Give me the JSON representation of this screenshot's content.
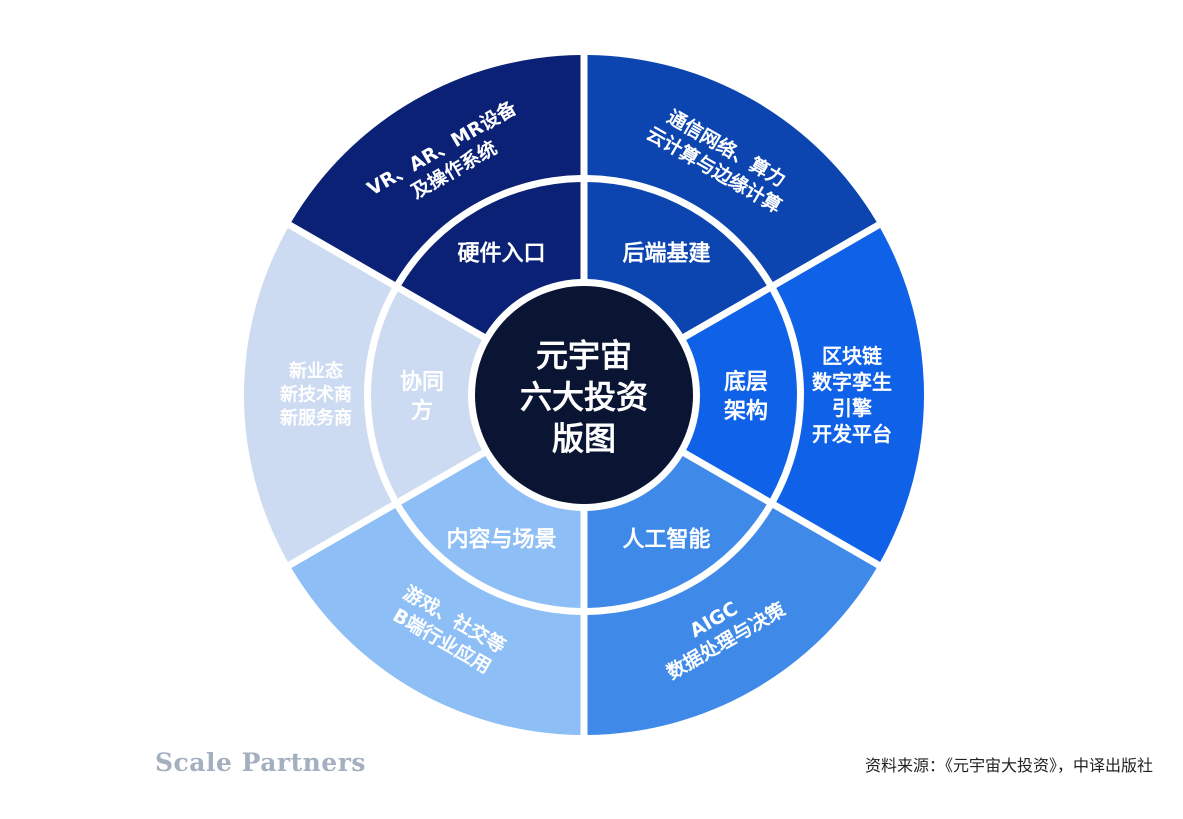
{
  "center": {
    "lines": [
      "元宇宙",
      "六大投资",
      "版图"
    ],
    "color": "#0a1433"
  },
  "segments": [
    {
      "id": "hardware",
      "inner": [
        "硬件入口"
      ],
      "outer": [
        "VR、AR、MR设备",
        "及操作系统"
      ],
      "inner_color": "#0b2175",
      "outer_color": "#0b2175",
      "text_color": "#ffffff"
    },
    {
      "id": "backend",
      "inner": [
        "后端基建"
      ],
      "outer": [
        "通信网络、算力",
        "云计算与边缘计算"
      ],
      "inner_color": "#0c45b0",
      "outer_color": "#0c45b0",
      "text_color": "#ffffff"
    },
    {
      "id": "base",
      "inner": [
        "底层",
        "架构"
      ],
      "outer": [
        "区块链",
        "数字孪生",
        "引擎",
        "开发平台"
      ],
      "inner_color": "#0f62e8",
      "outer_color": "#0f62e8",
      "text_color": "#ffffff"
    },
    {
      "id": "ai",
      "inner": [
        "人工智能"
      ],
      "outer": [
        "AIGC",
        "数据处理与决策"
      ],
      "inner_color": "#3f8ae8",
      "outer_color": "#3f8ae8",
      "text_color": "#ffffff"
    },
    {
      "id": "content",
      "inner": [
        "内容与场景"
      ],
      "outer": [
        "游戏、社交等",
        "B端行业应用"
      ],
      "inner_color": "#8dbef5",
      "outer_color": "#8dbef5",
      "text_color": "#ffffff"
    },
    {
      "id": "collab",
      "inner": [
        "协同",
        "方"
      ],
      "outer": [
        "新业态",
        "新技术商",
        "新服务商"
      ],
      "inner_color": "#ccdbf1",
      "outer_color": "#ccdbf1",
      "text_color": "#ffffff"
    }
  ],
  "footer": {
    "brand": "Scale Partners",
    "source": "资料来源：《元宇宙大投资》，中译出版社"
  }
}
